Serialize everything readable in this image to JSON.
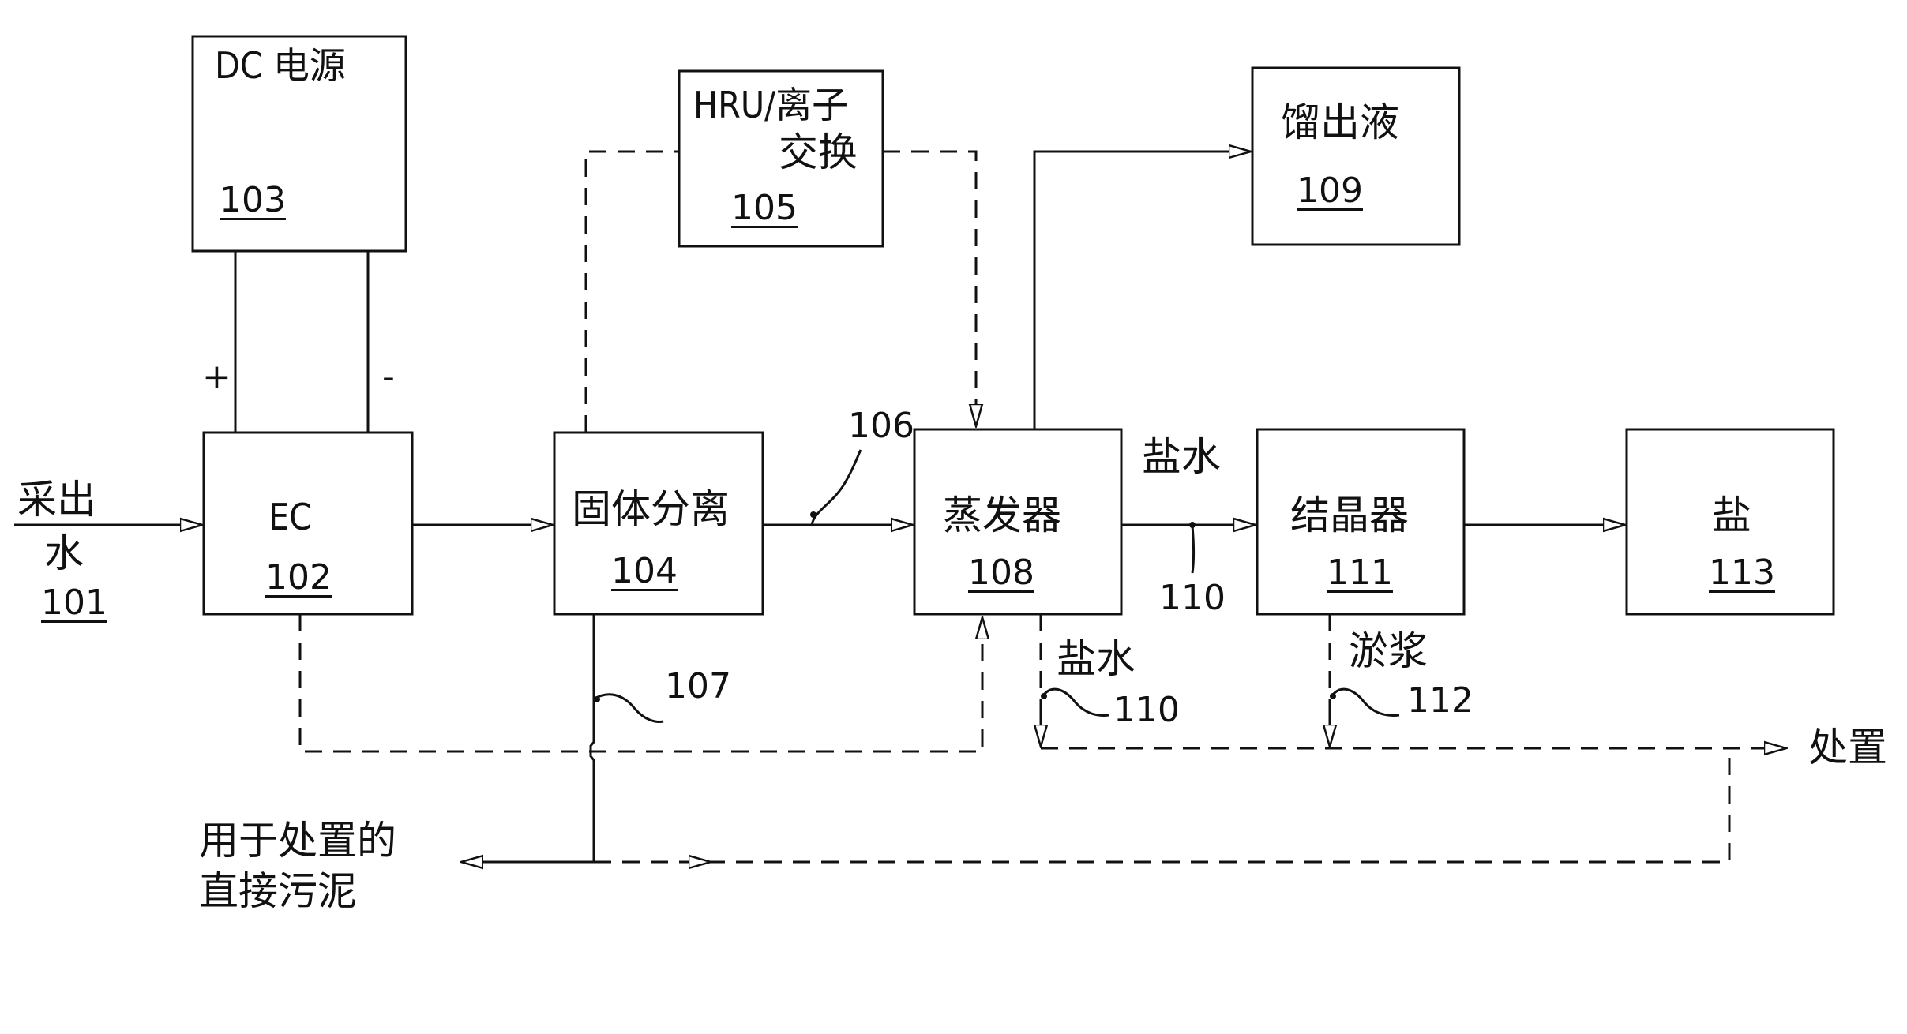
{
  "nodes": {
    "dc_power": {
      "title": "DC 电源",
      "ref": "103"
    },
    "ec": {
      "title": "EC",
      "ref": "102"
    },
    "hru": {
      "title_line1": "HRU/离子",
      "title_line2": "交换",
      "ref": "105"
    },
    "solid_sep": {
      "title": "固体分离",
      "ref": "104"
    },
    "evaporator": {
      "title": "蒸发器",
      "ref": "108"
    },
    "distillate": {
      "title": "馏出液",
      "ref": "109"
    },
    "crystallizer": {
      "title": "结晶器",
      "ref": "111"
    },
    "salt": {
      "title": "盐",
      "ref": "113"
    }
  },
  "labels": {
    "produced_water_line1": "采出",
    "produced_water_line2": "水",
    "produced_water_ref": "101",
    "plus": "+",
    "minus": "-",
    "ref_106": "106",
    "ref_107": "107",
    "brine_top": "盐水",
    "ref_110_top": "110",
    "brine_bottom": "盐水",
    "ref_110_bottom": "110",
    "slurry": "淤浆",
    "ref_112": "112",
    "disposal": "处置",
    "sludge_line1": "用于处置的",
    "sludge_line2": "直接污泥"
  }
}
